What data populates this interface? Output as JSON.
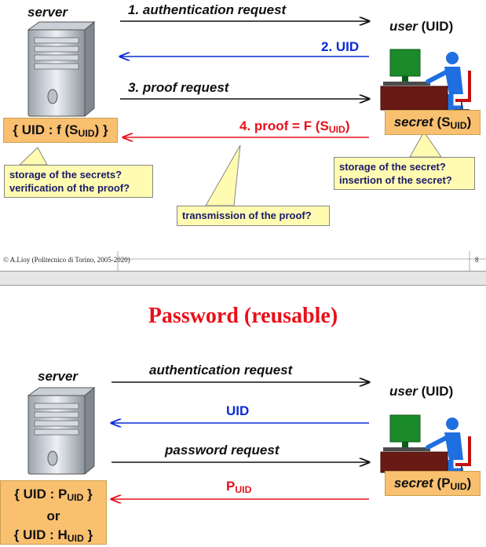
{
  "slide1": {
    "server_label": "server",
    "user_label_em": "user",
    "user_label_rest": " (UID)",
    "msg1": "1. authentication request",
    "msg2": "2. UID",
    "msg3": "3. proof request",
    "msg4_main": "4. proof = F (S",
    "msg4_sub": "UID",
    "msg4_end": ")",
    "server_store_main": "{ UID : f (S",
    "server_store_sub": "UID",
    "server_store_end": ") }",
    "user_secret_em": "secret",
    "user_secret_main": " (S",
    "user_secret_sub": "UID",
    "user_secret_end": ")",
    "callout_server_1": "storage of the secrets?",
    "callout_server_2": "verification of the proof?",
    "callout_user_1": "storage of the secret?",
    "callout_user_2": "insertion of the secret?",
    "callout_proof": "transmission of the proof?",
    "footer": "© A.Lioy (Politecnico di Torino, 2005-2020)",
    "page_number": "8"
  },
  "slide2": {
    "title": "Password (reusable)",
    "server_label": "server",
    "user_label_em": "user",
    "user_label_rest": " (UID)",
    "msg1": "authentication request",
    "msg2": "UID",
    "msg3": "password request",
    "msg4_main": "P",
    "msg4_sub": "UID",
    "store_line1_main": "{ UID : P",
    "store_line1_sub": "UID",
    "store_line1_end": " }",
    "store_line2": "or",
    "store_line3_main": "{ UID : H",
    "store_line3_sub": "UID",
    "store_line3_end": " }",
    "user_secret_em": "secret",
    "user_secret_main": " (P",
    "user_secret_sub": "UID",
    "user_secret_end": ")"
  },
  "colors": {
    "request_arrow": "#111111",
    "uid_arrow": "#0b2bd6",
    "proof_arrow": "#e8101a",
    "secret_box": "#f9c070",
    "callout": "#fffbb0",
    "title": "#e8101a"
  }
}
